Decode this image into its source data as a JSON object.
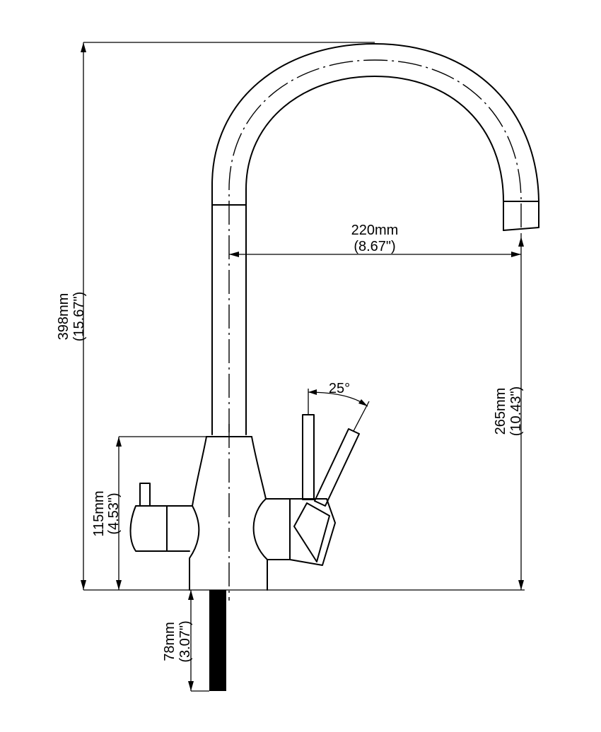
{
  "dimensions": {
    "overall_height": {
      "metric": "398mm",
      "imperial": "(15.67\")"
    },
    "spout_reach": {
      "metric": "220mm",
      "imperial": "(8.67\")"
    },
    "spout_height": {
      "metric": "265mm",
      "imperial": "(10.43\")"
    },
    "body_height": {
      "metric": "115mm",
      "imperial": "(4.53\")"
    },
    "shank_length": {
      "metric": "78mm",
      "imperial": "(3.07\")"
    },
    "lever_angle": {
      "value": "25°"
    }
  }
}
